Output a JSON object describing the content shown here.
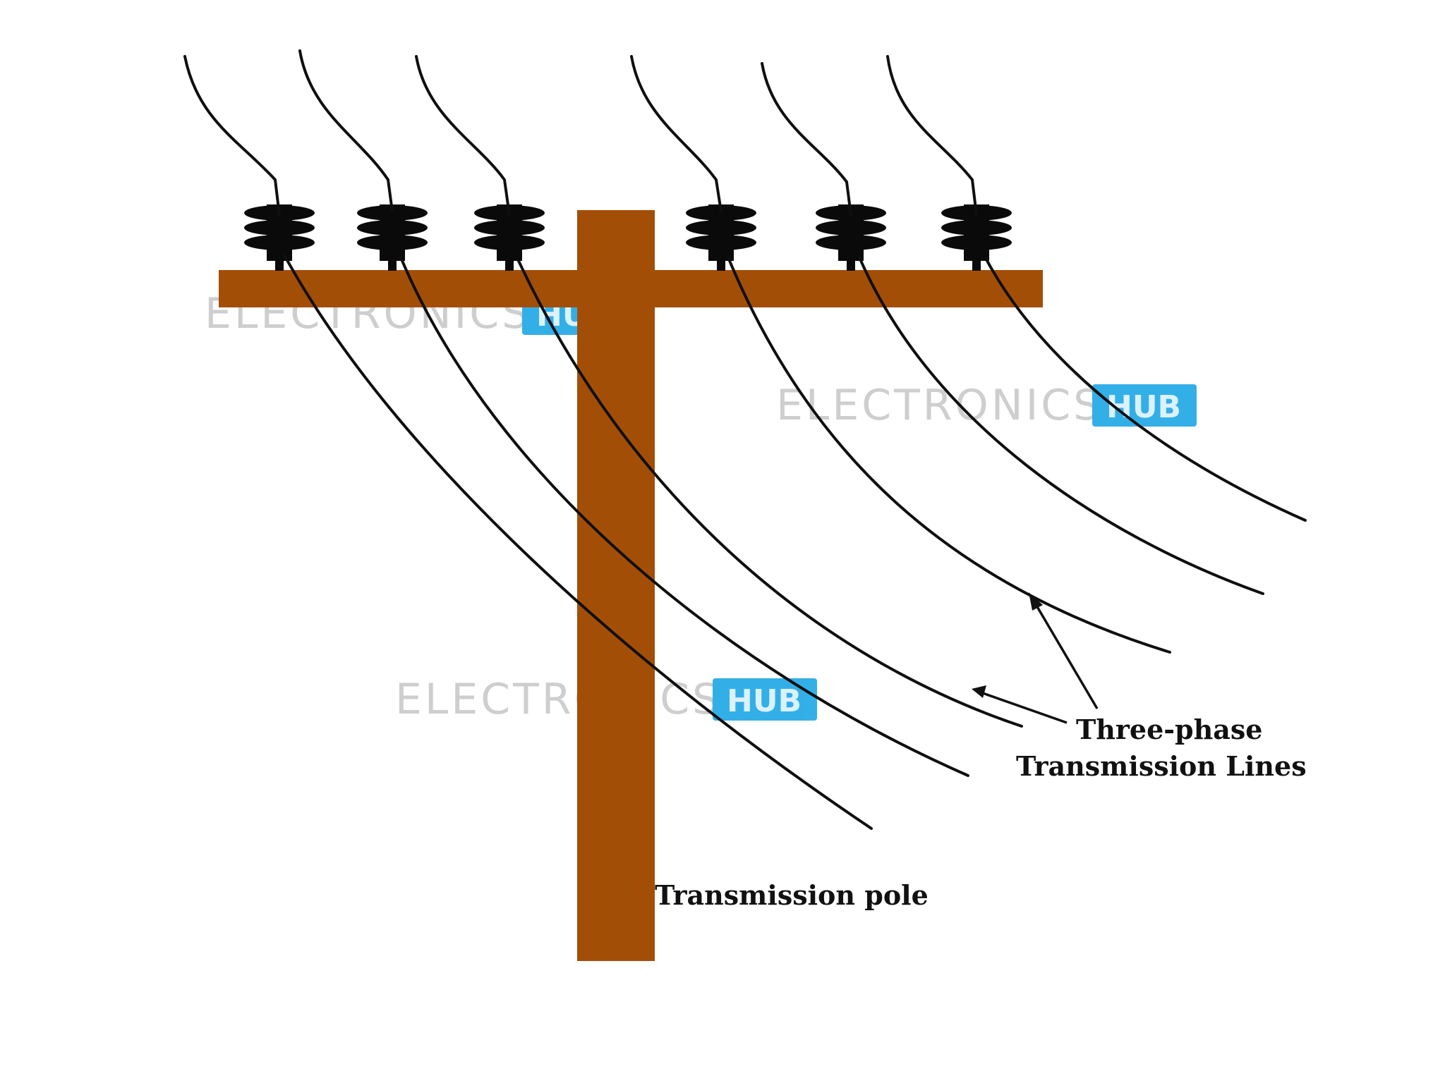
{
  "colors": {
    "pole": "#A34E07",
    "insulator": "#0A0A0A",
    "wire": "#0F0F0F",
    "label": "#111111",
    "watermark_text": "#C9C9C9",
    "watermark_badge": "#1EA7E6",
    "watermark_badge_text": "#D8F1FC",
    "background": "#FFFFFF"
  },
  "labels": {
    "three_phase_line1": "Three-phase",
    "three_phase_line2": "Transmission Lines",
    "transmission_pole": "Transmission pole"
  },
  "watermark": {
    "text": "ELECTRONICS",
    "badge": "HUB"
  }
}
